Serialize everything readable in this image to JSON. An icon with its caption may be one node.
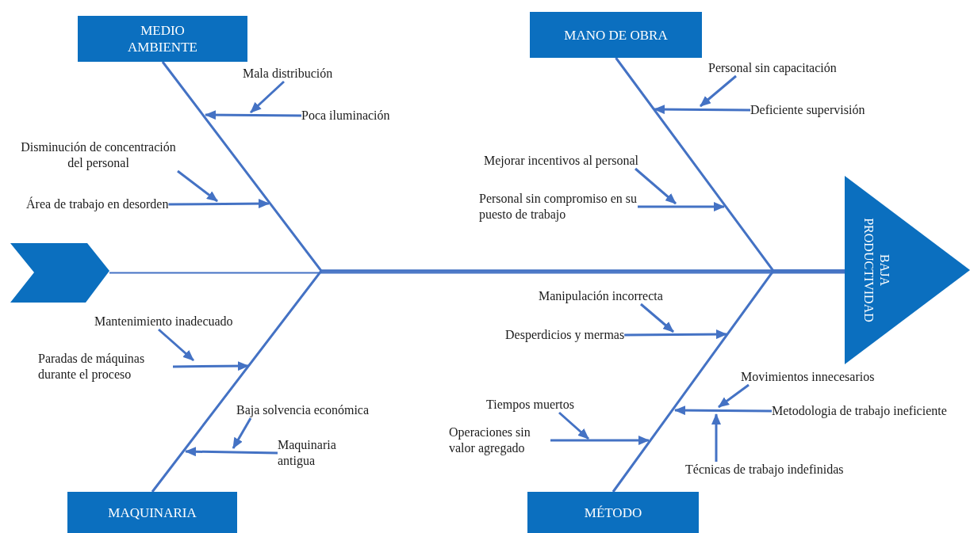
{
  "diagram": {
    "nodes": [
      {
        "text": [],
        "shape": "chevron"
      },
      {
        "text": [
          "BAJA PRODUCTIVIDAD"
        ]
      },
      {
        "text": [
          "MEDIO AMBIENTE"
        ]
      },
      {
        "text": [
          "Mala distribución"
        ]
      },
      {
        "text": [
          "Poca iluminación"
        ]
      },
      {
        "text": [
          "Disminución de concentración del personal"
        ]
      },
      {
        "text": [
          "Área de trabajo en desorden"
        ]
      },
      {
        "text": [
          "MANO DE OBRA"
        ]
      },
      {
        "text": [
          "Personal sin capacitación"
        ]
      },
      {
        "text": [
          "Deficiente supervisión"
        ]
      },
      {
        "text": [
          "Mejorar incentivos al personal"
        ]
      },
      {
        "text": [
          "Personal sin compromiso en su puesto de trabajo"
        ]
      },
      {
        "text": [
          "MAQUINARIA"
        ]
      },
      {
        "text": [
          "Mantenimiento inadecuado"
        ]
      },
      {
        "text": [
          "Paradas de máquinas durante el proceso"
        ]
      },
      {
        "text": [
          "Baja solvencia económica"
        ]
      },
      {
        "text": [
          "Maquinaria antigua"
        ]
      },
      {
        "text": [
          "MÉTODO"
        ]
      },
      {
        "text": [
          "Manipulación incorrecta"
        ]
      },
      {
        "text": [
          "Desperdicios y mermas"
        ]
      },
      {
        "text": [
          "Movimientos innecesarios"
        ]
      },
      {
        "text": [
          "Metodologia de trabajo ineficiente"
        ]
      },
      {
        "text": [
          "Técnicas de trabajo indefinidas"
        ]
      },
      {
        "text": [
          "Tiempos muertos"
        ]
      },
      {
        "text": [
          "Operaciones sin valor agregado"
        ]
      }
    ],
    "edges": [
      {
        "from": 0,
        "to": 1,
        "arrow": "none"
      },
      {
        "from": 2,
        "to": 1,
        "arrow": "none"
      },
      {
        "from": 7,
        "to": 1,
        "arrow": "none"
      },
      {
        "from": 12,
        "to": 1,
        "arrow": "none"
      },
      {
        "from": 17,
        "to": 1,
        "arrow": "none"
      },
      {
        "from": 3,
        "to": null,
        "arrow": "to"
      },
      {
        "from": 4,
        "to": null,
        "arrow": "to"
      },
      {
        "from": 5,
        "to": null,
        "arrow": "to"
      },
      {
        "from": 6,
        "to": null,
        "arrow": "to"
      },
      {
        "from": 8,
        "to": null,
        "arrow": "to"
      },
      {
        "from": 9,
        "to": null,
        "arrow": "to"
      },
      {
        "from": 10,
        "to": null,
        "arrow": "to"
      },
      {
        "from": 11,
        "to": null,
        "arrow": "to"
      },
      {
        "from": 13,
        "to": null,
        "arrow": "to"
      },
      {
        "from": 14,
        "to": null,
        "arrow": "to"
      },
      {
        "from": 15,
        "to": null,
        "arrow": "to"
      },
      {
        "from": 16,
        "to": null,
        "arrow": "to"
      },
      {
        "from": 18,
        "to": null,
        "arrow": "to"
      },
      {
        "from": 19,
        "to": null,
        "arrow": "to"
      },
      {
        "from": 20,
        "to": null,
        "arrow": "to"
      },
      {
        "from": 21,
        "to": null,
        "arrow": "to"
      },
      {
        "from": 22,
        "to": null,
        "arrow": "to"
      },
      {
        "from": 23,
        "to": null,
        "arrow": "to"
      },
      {
        "from": 24,
        "to": null,
        "arrow": "to"
      }
    ]
  }
}
